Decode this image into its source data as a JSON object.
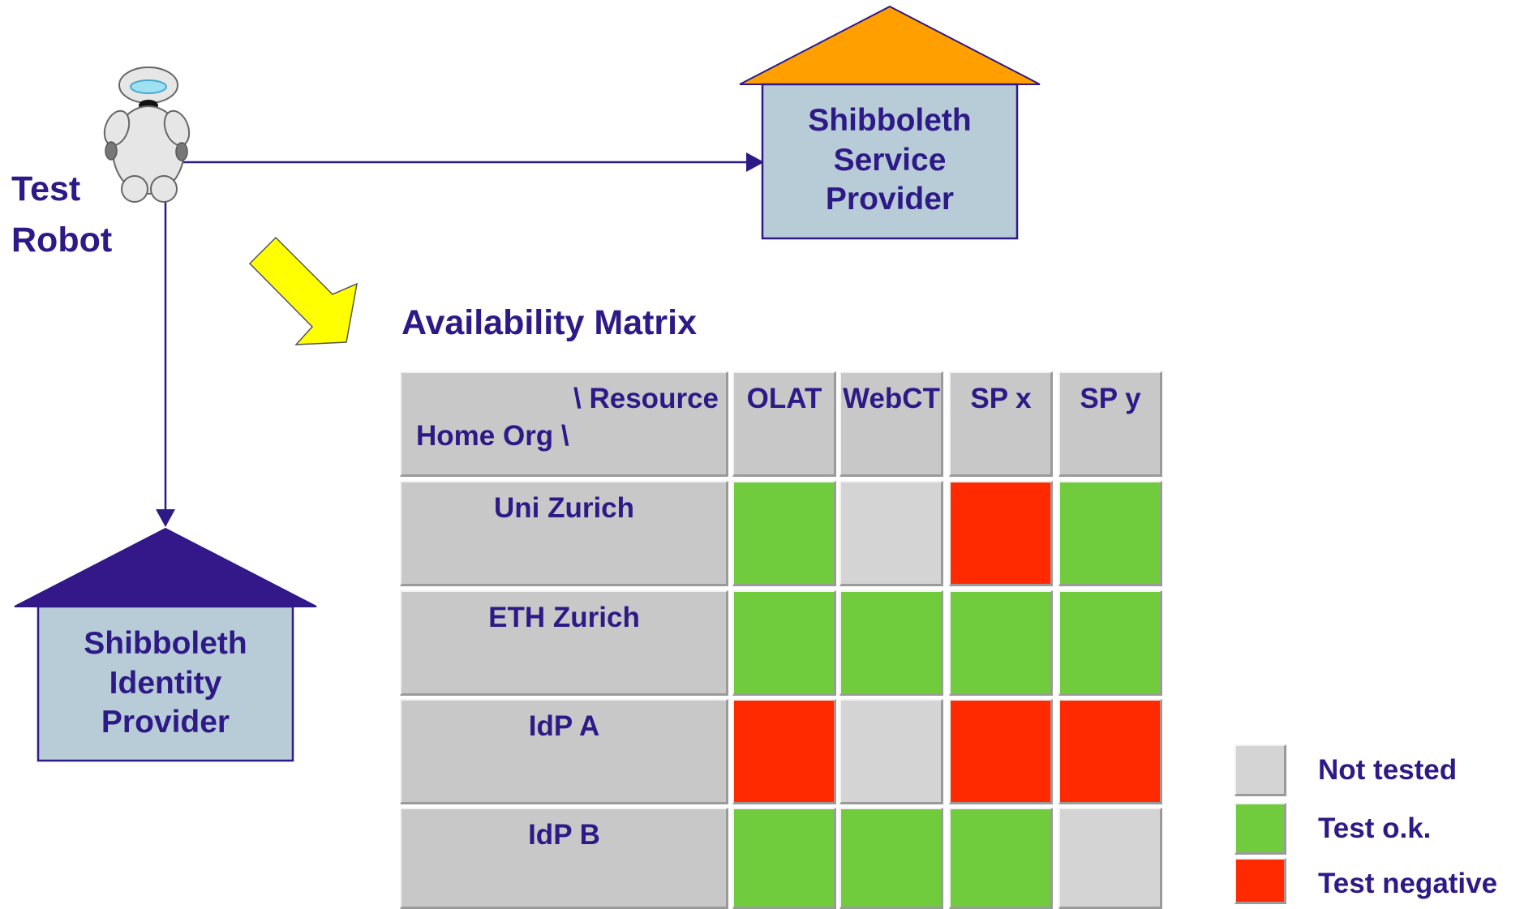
{
  "robot": {
    "label_line1": "Test",
    "label_line2": "Robot",
    "icon": "robot-icon"
  },
  "service_provider": {
    "lines": [
      "Shibboleth",
      "Service",
      "Provider"
    ],
    "roof_color": "#FFA000",
    "box_color": "#B8CCD8"
  },
  "identity_provider": {
    "lines": [
      "Shibboleth",
      "Identity",
      "Provider"
    ],
    "roof_color": "#341789",
    "box_color": "#B8CCD8"
  },
  "matrix": {
    "title": "Availability Matrix",
    "corner_line1": "\\ Resource",
    "corner_line2": "Home Org \\",
    "columns": [
      "OLAT",
      "WebCT",
      "SP x",
      "SP y"
    ],
    "rows": [
      {
        "label": "Uni Zurich",
        "states": [
          "ok",
          "not_tested",
          "negative",
          "ok"
        ]
      },
      {
        "label": "ETH Zurich",
        "states": [
          "ok",
          "ok",
          "ok",
          "ok"
        ]
      },
      {
        "label": "IdP A",
        "states": [
          "negative",
          "not_tested",
          "negative",
          "negative"
        ]
      },
      {
        "label": "IdP B",
        "states": [
          "ok",
          "ok",
          "ok",
          "not_tested"
        ]
      }
    ]
  },
  "legend": [
    {
      "state": "not_tested",
      "label": "Not tested"
    },
    {
      "state": "ok",
      "label": "Test o.k."
    },
    {
      "state": "negative",
      "label": "Test negative"
    }
  ],
  "colors": {
    "text": "#2E1A87",
    "header_cell": "#C8C8C8",
    "not_tested": "#D4D4D4",
    "ok": "#70CC3C",
    "negative": "#FF2A00",
    "arrow": "#FFFF00"
  }
}
